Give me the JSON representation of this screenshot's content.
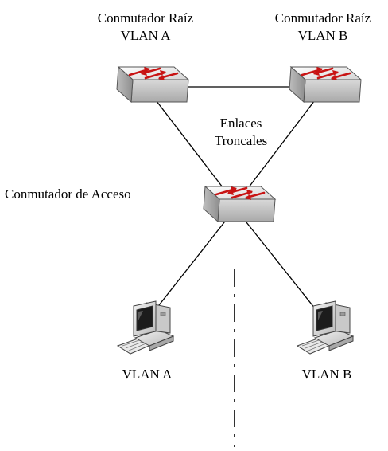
{
  "diagram": {
    "root_switch_a": {
      "line1": "Conmutador Raíz",
      "line2": "VLAN A"
    },
    "root_switch_b": {
      "line1": "Conmutador Raíz",
      "line2": "VLAN B"
    },
    "trunk_links": {
      "line1": "Enlaces",
      "line2": "Troncales"
    },
    "access_switch": {
      "label": "Conmutador de Acceso"
    },
    "host_a": {
      "label": "VLAN A"
    },
    "host_b": {
      "label": "VLAN B"
    }
  },
  "colors": {
    "switch_top": "#ededed",
    "switch_side": "#c8c8c8",
    "switch_arrow": "#d01818",
    "link": "#000000",
    "pc_body": "#d8d8d8",
    "pc_screen": "#1a1a1a"
  },
  "icons": {
    "switch": "network-switch-icon",
    "computer": "desktop-computer-icon"
  }
}
